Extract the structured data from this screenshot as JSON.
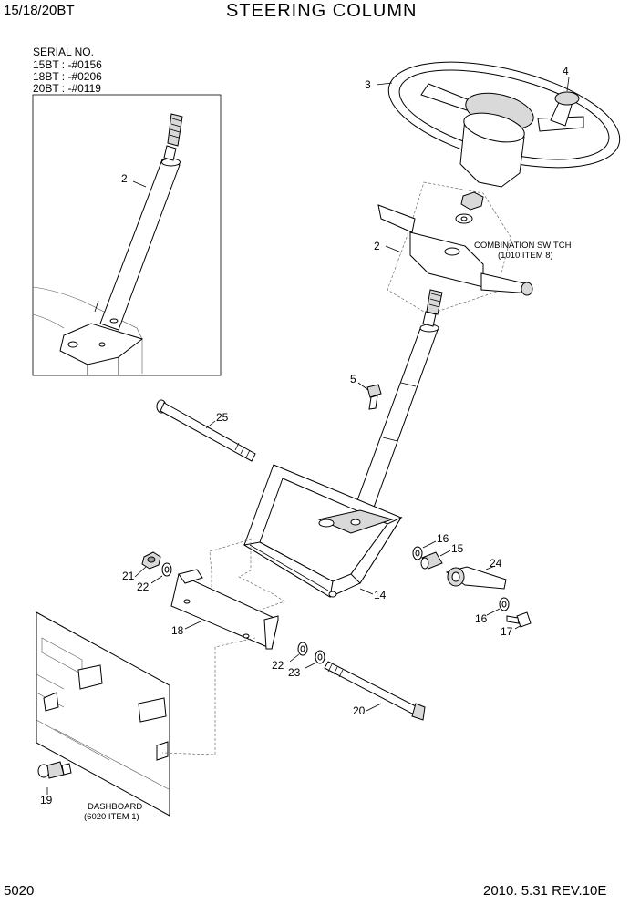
{
  "header": {
    "model": "15/18/20BT",
    "title": "STEERING COLUMN"
  },
  "serial": {
    "heading": "SERIAL NO.",
    "lines": [
      "15BT : -#0156",
      "18BT : -#0206",
      "20BT : -#0119"
    ]
  },
  "callouts": {
    "combination_switch": [
      "COMBINATION SWITCH",
      "(1010 ITEM 8)"
    ],
    "dashboard": [
      "DASHBOARD",
      "(6020 ITEM 1)"
    ]
  },
  "part_numbers": {
    "p2_inset": "2",
    "p3": "3",
    "p4": "4",
    "p2": "2",
    "p5": "5",
    "p25": "25",
    "p16a": "16",
    "p15": "15",
    "p24": "24",
    "p21": "21",
    "p22a": "22",
    "p14": "14",
    "p16b": "16",
    "p17": "17",
    "p18": "18",
    "p22b": "22",
    "p23": "23",
    "p20": "20",
    "p19": "19"
  },
  "footer": {
    "page": "5020",
    "revision": "2010. 5.31  REV.10E"
  }
}
